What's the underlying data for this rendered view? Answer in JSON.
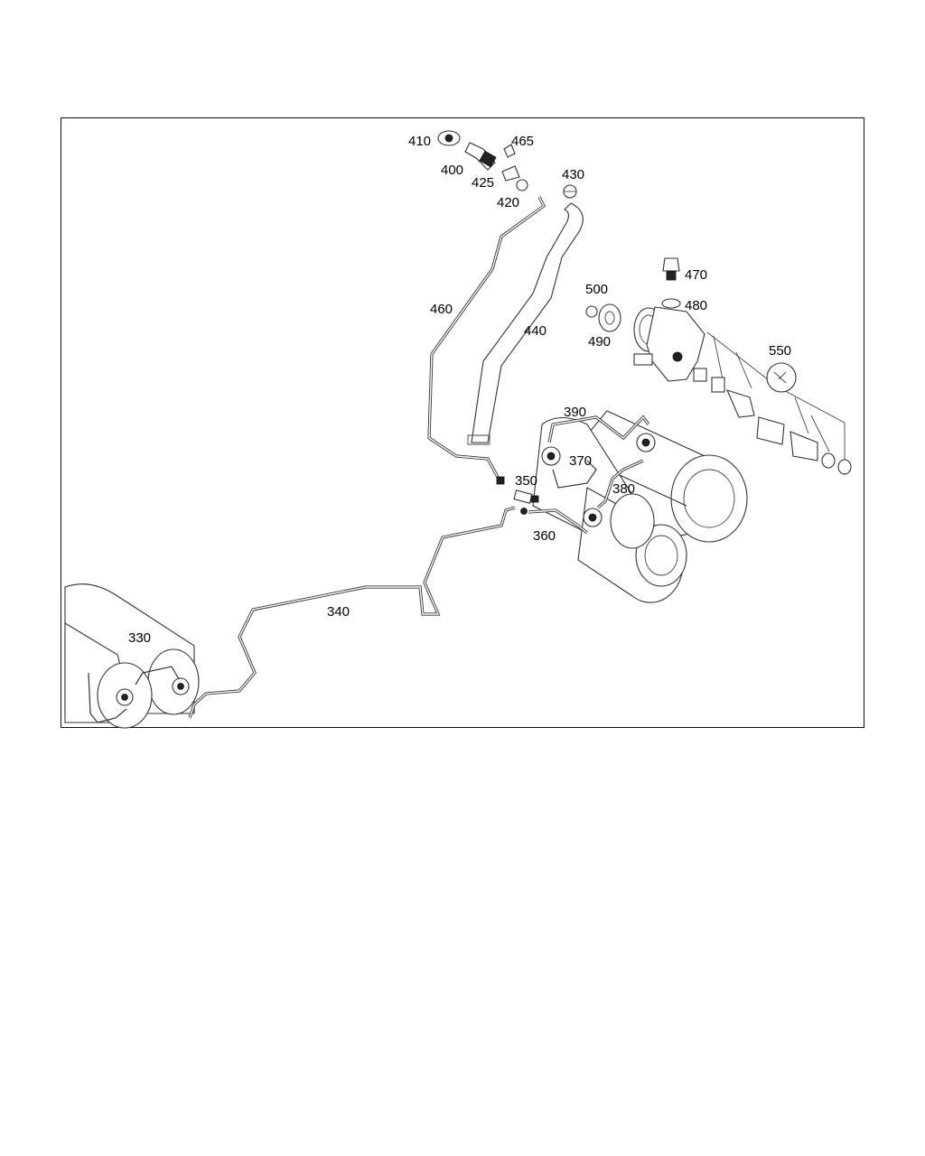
{
  "diagram": {
    "part_numbers": {
      "p410": "410",
      "p465": "465",
      "p400": "400",
      "p425": "425",
      "p420": "420",
      "p430": "430",
      "p460": "460",
      "p440": "440",
      "p470": "470",
      "p500": "500",
      "p480": "480",
      "p490": "490",
      "p550": "550",
      "p390": "390",
      "p370": "370",
      "p350": "350",
      "p380": "380",
      "p360": "360",
      "p340": "340",
      "p330": "330"
    },
    "colors": {
      "line": "#333333",
      "frame": "#111111",
      "background": "#ffffff"
    }
  }
}
